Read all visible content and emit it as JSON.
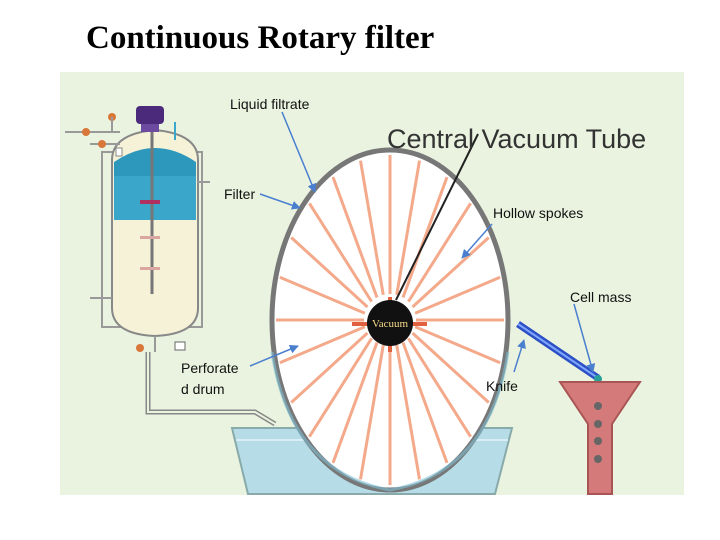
{
  "title": "Continuous Rotary filter",
  "diagram": {
    "heading": "Central Vacuum Tube",
    "hub_label": "Vacuum",
    "labels": {
      "liquid_filtrate": "Liquid filtrate",
      "filter": "Filter",
      "hollow_spokes": "Hollow spokes",
      "cell_mass": "Cell mass",
      "perforated_drum_line1": "Perforate",
      "perforated_drum_line2": "d drum",
      "knife": "Knife"
    },
    "colors": {
      "background": "#e9f3df",
      "drum_rim": "#777777",
      "spokes": "#f3a98a",
      "tank_liquid": "#3aa6c9",
      "tank_body": "#f5f2d8",
      "trough": "#b6dce8",
      "funnel": "#d47a7a",
      "knife": "#2b4fc4",
      "hub": "#111111",
      "arrow": "#4a7fd0"
    }
  }
}
